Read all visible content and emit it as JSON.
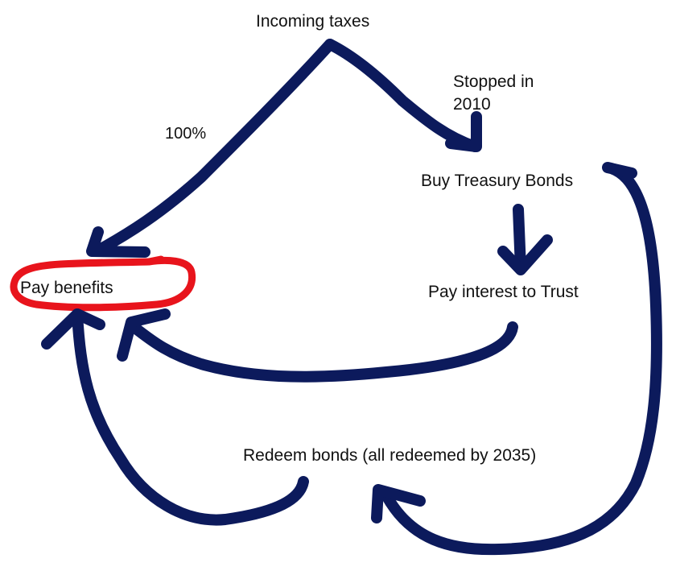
{
  "diagram": {
    "title": "Social Security Trust Fund cash flow",
    "colors": {
      "arrow": "#0c1a5c",
      "highlight": "#e8141c",
      "text": "#111111",
      "background": "#ffffff"
    },
    "nodes": {
      "incoming_taxes": "Incoming taxes",
      "buy_treasury_bonds": "Buy Treasury Bonds",
      "pay_interest": "Pay interest to Trust",
      "pay_benefits": "Pay benefits",
      "redeem_bonds": "Redeem bonds (all redeemed by 2035)"
    },
    "annotations": {
      "share_to_benefits": "100%",
      "stopped_note": "Stopped in 2010"
    },
    "edges": [
      {
        "from": "incoming_taxes",
        "to": "pay_benefits",
        "label": "100%"
      },
      {
        "from": "incoming_taxes",
        "to": "buy_treasury_bonds",
        "label": "Stopped in 2010"
      },
      {
        "from": "buy_treasury_bonds",
        "to": "pay_interest",
        "label": ""
      },
      {
        "from": "pay_interest",
        "to": "pay_benefits",
        "label": ""
      },
      {
        "from": "buy_treasury_bonds",
        "to": "redeem_bonds",
        "label": ""
      },
      {
        "from": "redeem_bonds",
        "to": "pay_benefits",
        "label": ""
      }
    ],
    "highlighted_node": "pay_benefits"
  }
}
